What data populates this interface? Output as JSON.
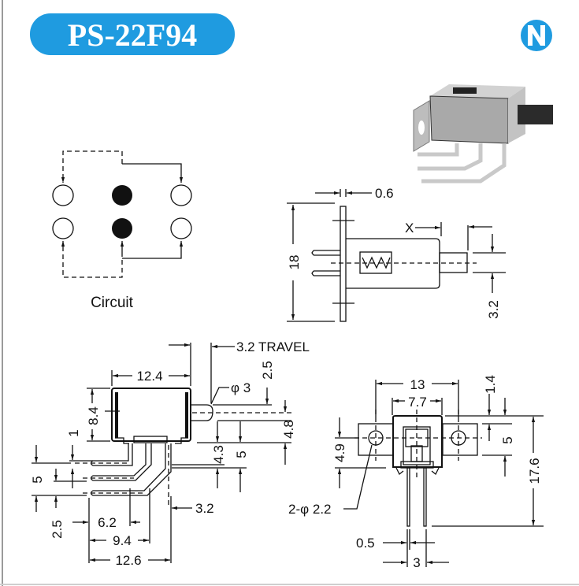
{
  "header": {
    "model": "PS-22F94",
    "brand_logo_letter": "N"
  },
  "colors": {
    "brand_blue": "#1f9be0",
    "line": "#111111"
  },
  "circuit": {
    "label": "Circuit"
  },
  "side_view": {
    "panel_thickness": "0.6",
    "height": "18",
    "travel_label": "X",
    "plunger_size": "3.2"
  },
  "front_view": {
    "travel": "3.2 TRAVEL",
    "body_width": "12.4",
    "body_height": "8.4",
    "knob_diameter": "φ 3",
    "knob_offset": "2.5",
    "knob_height": "4.8",
    "pin_offset": "1",
    "pin_pitch_v": "5",
    "pin_row_offset": "2.5",
    "dim_4_3": "4.3",
    "dim_5": "5",
    "dim_6_2": "6.2",
    "dim_9_4": "9.4",
    "dim_12_6": "12.6",
    "dim_3_2": "3.2"
  },
  "end_view": {
    "mount_width": "13",
    "body_width": "7.7",
    "top_offset": "1.4",
    "hole_height": "4.9",
    "bracket_height": "5",
    "total_height": "17.6",
    "holes": "2-φ 2.2",
    "pin_width": "0.5",
    "pin_pitch": "3"
  }
}
